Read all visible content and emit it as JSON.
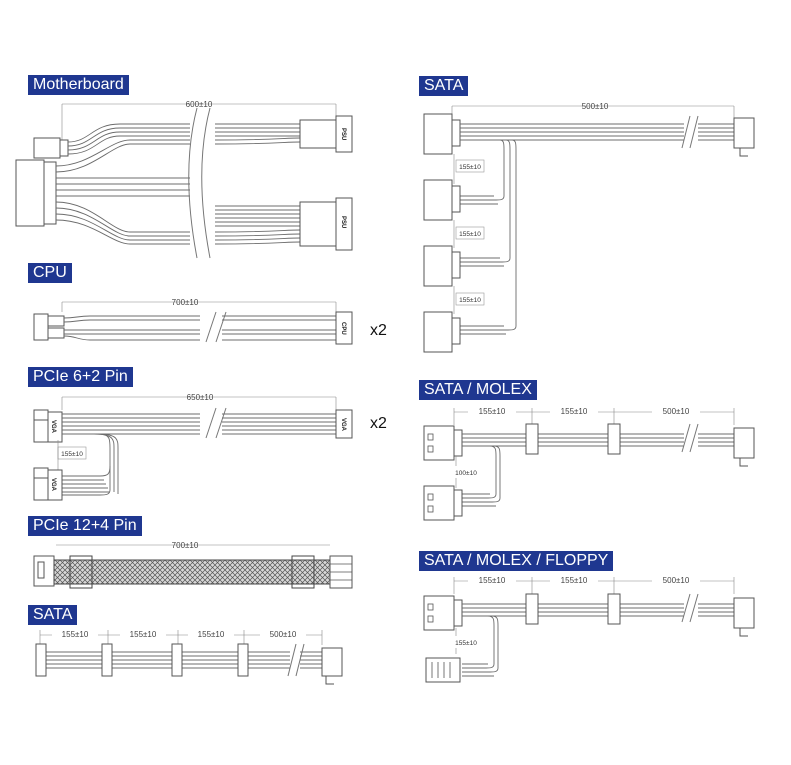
{
  "sections": {
    "motherboard": {
      "title": "Motherboard",
      "length": "600±10",
      "connector_label": "PSU"
    },
    "cpu": {
      "title": "CPU",
      "length": "700±10",
      "connector_label": "CPU",
      "multiplier": "x2"
    },
    "pcie62": {
      "title": "PCIe 6+2 Pin",
      "length": "650±10",
      "split": "155±10",
      "connector_label": "VGA",
      "multiplier": "x2"
    },
    "pcie124": {
      "title": "PCIe 12+4 Pin",
      "length": "700±10"
    },
    "sata_left": {
      "title": "SATA",
      "segments": [
        "155±10",
        "155±10",
        "155±10",
        "500±10"
      ]
    },
    "sata_right": {
      "title": "SATA",
      "length": "500±10",
      "splits": [
        "155±10",
        "155±10",
        "155±10"
      ]
    },
    "sata_molex": {
      "title": "SATA / MOLEX",
      "segments": [
        "155±10",
        "155±10",
        "500±10"
      ],
      "branch": "100±10"
    },
    "sata_molex_floppy": {
      "title": "SATA / MOLEX / FLOPPY",
      "segments": [
        "155±10",
        "155±10",
        "500±10"
      ],
      "branch": "155±10"
    }
  }
}
